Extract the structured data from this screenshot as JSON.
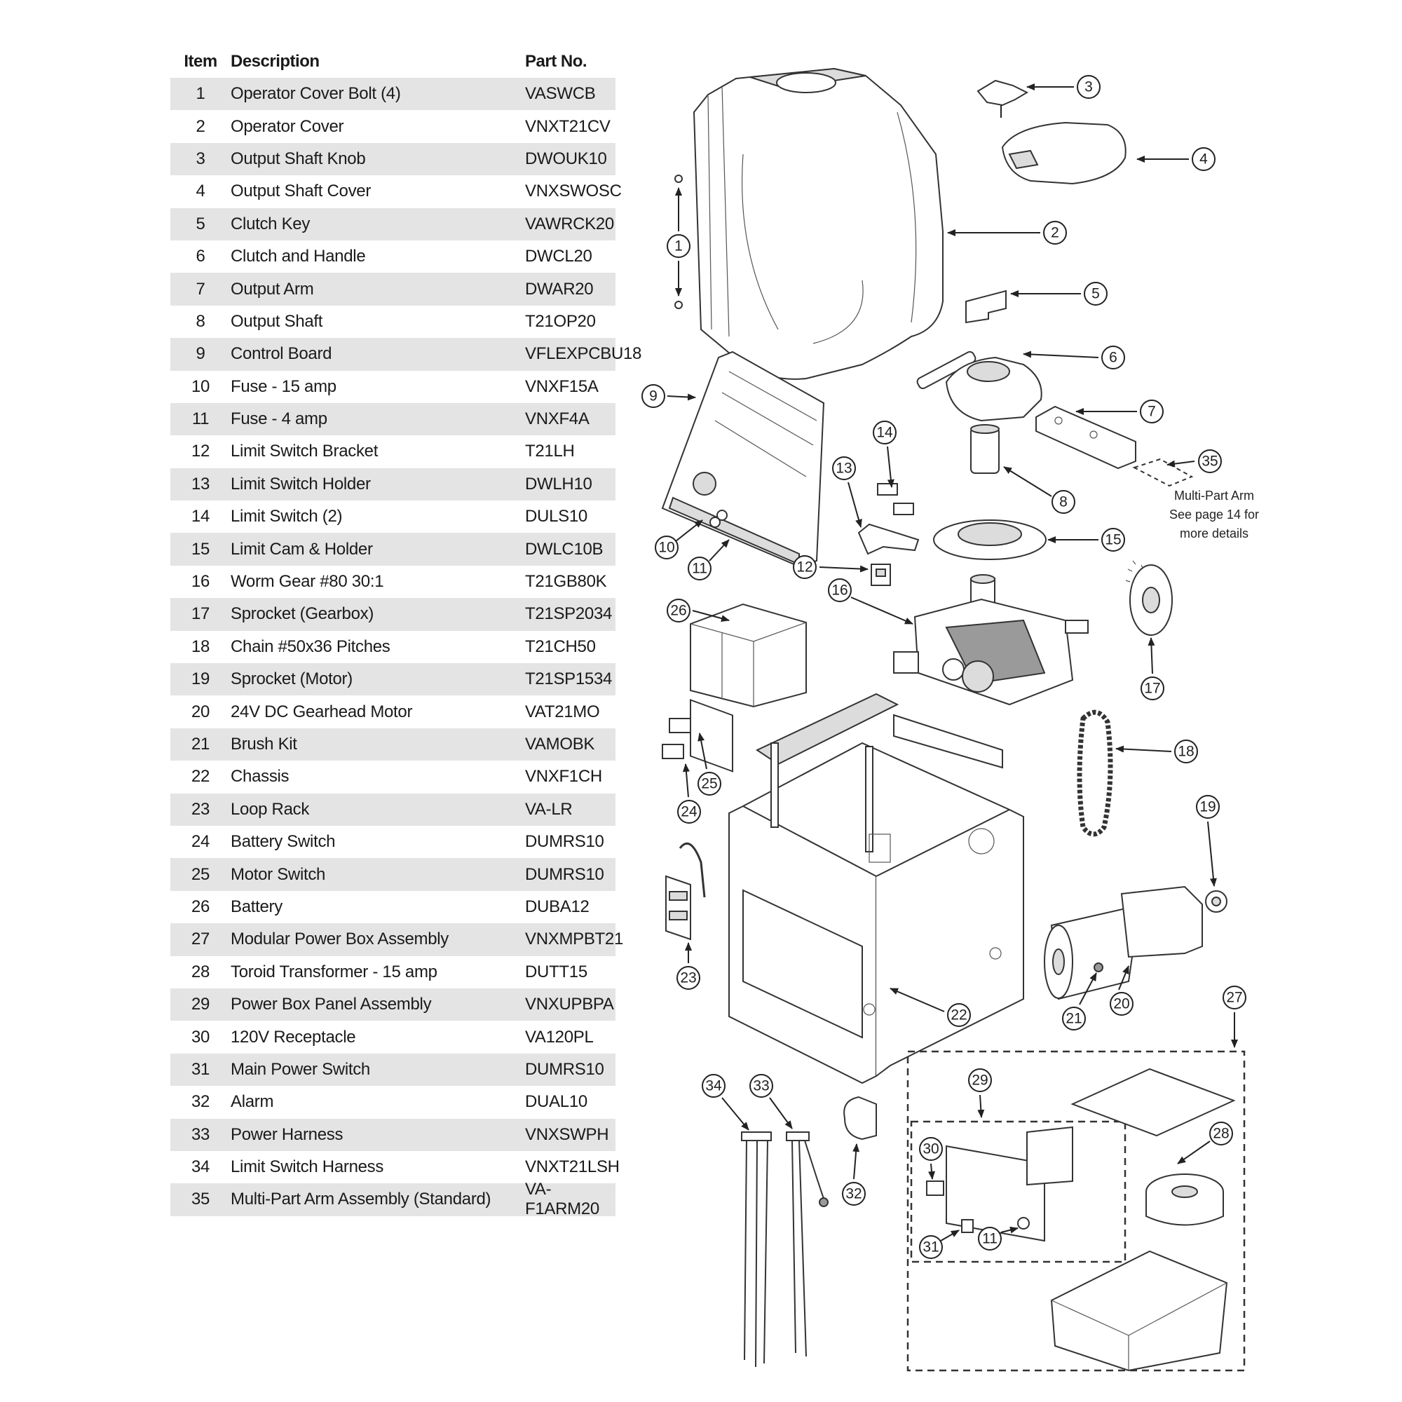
{
  "table": {
    "headers": {
      "item": "Item",
      "description": "Description",
      "part_no": "Part No."
    },
    "rows": [
      {
        "item": "1",
        "description": "Operator Cover Bolt (4)",
        "part_no": "VASWCB"
      },
      {
        "item": "2",
        "description": "Operator Cover",
        "part_no": "VNXT21CV"
      },
      {
        "item": "3",
        "description": "Output Shaft Knob",
        "part_no": "DWOUK10"
      },
      {
        "item": "4",
        "description": "Output Shaft Cover",
        "part_no": "VNXSWOSC"
      },
      {
        "item": "5",
        "description": "Clutch Key",
        "part_no": "VAWRCK20"
      },
      {
        "item": "6",
        "description": "Clutch and Handle",
        "part_no": "DWCL20"
      },
      {
        "item": "7",
        "description": "Output Arm",
        "part_no": "DWAR20"
      },
      {
        "item": "8",
        "description": "Output Shaft",
        "part_no": "T21OP20"
      },
      {
        "item": "9",
        "description": "Control Board",
        "part_no": "VFLEXPCBU18"
      },
      {
        "item": "10",
        "description": "Fuse - 15 amp",
        "part_no": "VNXF15A"
      },
      {
        "item": "11",
        "description": "Fuse - 4 amp",
        "part_no": "VNXF4A"
      },
      {
        "item": "12",
        "description": "Limit Switch Bracket",
        "part_no": "T21LH"
      },
      {
        "item": "13",
        "description": "Limit Switch Holder",
        "part_no": "DWLH10"
      },
      {
        "item": "14",
        "description": "Limit Switch (2)",
        "part_no": "DULS10"
      },
      {
        "item": "15",
        "description": "Limit Cam & Holder",
        "part_no": "DWLC10B"
      },
      {
        "item": "16",
        "description": "Worm Gear #80 30:1",
        "part_no": "T21GB80K"
      },
      {
        "item": "17",
        "description": "Sprocket (Gearbox)",
        "part_no": "T21SP2034"
      },
      {
        "item": "18",
        "description": "Chain #50x36 Pitches",
        "part_no": "T21CH50"
      },
      {
        "item": "19",
        "description": "Sprocket (Motor)",
        "part_no": "T21SP1534"
      },
      {
        "item": "20",
        "description": "24V DC Gearhead Motor",
        "part_no": "VAT21MO"
      },
      {
        "item": "21",
        "description": "Brush Kit",
        "part_no": "VAMOBK"
      },
      {
        "item": "22",
        "description": "Chassis",
        "part_no": "VNXF1CH"
      },
      {
        "item": "23",
        "description": "Loop Rack",
        "part_no": "VA-LR"
      },
      {
        "item": "24",
        "description": "Battery Switch",
        "part_no": "DUMRS10"
      },
      {
        "item": "25",
        "description": "Motor Switch",
        "part_no": "DUMRS10"
      },
      {
        "item": "26",
        "description": "Battery",
        "part_no": "DUBA12"
      },
      {
        "item": "27",
        "description": "Modular Power Box Assembly",
        "part_no": "VNXMPBT21"
      },
      {
        "item": "28",
        "description": "Toroid Transformer - 15 amp",
        "part_no": "DUTT15"
      },
      {
        "item": "29",
        "description": "Power Box Panel Assembly",
        "part_no": "VNXUPBPA"
      },
      {
        "item": "30",
        "description": "120V Receptacle",
        "part_no": "VA120PL"
      },
      {
        "item": "31",
        "description": "Main Power Switch",
        "part_no": "DUMRS10"
      },
      {
        "item": "32",
        "description": "Alarm",
        "part_no": "DUAL10"
      },
      {
        "item": "33",
        "description": "Power Harness",
        "part_no": "VNXSWPH"
      },
      {
        "item": "34",
        "description": "Limit Switch Harness",
        "part_no": "VNXT21LSH"
      },
      {
        "item": "35",
        "description": "Multi-Part Arm Assembly (Standard)",
        "part_no": "VA-F1ARM20"
      }
    ]
  },
  "diagram": {
    "note_lines": [
      "Multi-Part Arm",
      "See page 14 for",
      "more details"
    ],
    "callouts": [
      "1",
      "2",
      "3",
      "4",
      "5",
      "6",
      "7",
      "8",
      "9",
      "10",
      "11",
      "12",
      "13",
      "14",
      "15",
      "16",
      "17",
      "18",
      "19",
      "20",
      "21",
      "22",
      "23",
      "24",
      "25",
      "26",
      "27",
      "28",
      "29",
      "30",
      "31",
      "11",
      "32",
      "33",
      "34",
      "35"
    ]
  },
  "colors": {
    "row_shade": "#e4e4e4",
    "line": "#222222"
  }
}
